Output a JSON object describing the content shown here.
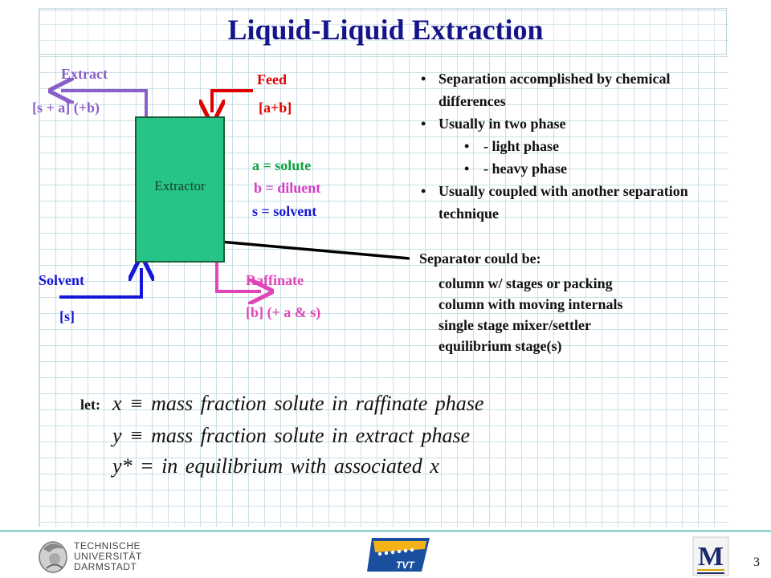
{
  "slide": {
    "title": "Liquid-Liquid Extraction",
    "page_number": "3"
  },
  "diagram": {
    "extractor_label": "Extractor",
    "extract_label": "Extract",
    "extract_composition": "[s + a] (+b)",
    "feed_label": "Feed",
    "feed_composition": "[a+b]",
    "solvent_label": "Solvent",
    "solvent_composition": "[s]",
    "raffinate_label": "Raffinate",
    "raffinate_composition": "[b] (+ a & s)",
    "legend": [
      "a = solute",
      "b = diluent",
      "s = solvent"
    ]
  },
  "bullets": [
    {
      "text": "Separation accomplished by chemical differences",
      "level": 1
    },
    {
      "text": "Usually in two phase",
      "level": 1
    },
    {
      "text": "- light phase",
      "level": 2
    },
    {
      "text": "- heavy phase",
      "level": 2
    },
    {
      "text": "Usually coupled with another separation technique",
      "level": 1
    }
  ],
  "separator": {
    "title": "Separator could be:",
    "items": [
      "column w/ stages or packing",
      "column with moving internals",
      "single stage mixer/settler",
      "equilibrium stage(s)"
    ]
  },
  "definitions": {
    "let_label": "let:",
    "lines": [
      "x ≡ mass fraction solute in raffinate phase",
      "y ≡ mass fraction solute in extract phase",
      "y* = in equilibrium with associated x"
    ]
  },
  "footer": {
    "university_lines": [
      "TECHNISCHE",
      "UNIVERSITÄT",
      "DARMSTADT"
    ],
    "tvt_text": "TVT",
    "mines_logo_letter": "M"
  },
  "colors": {
    "title": "#14148c",
    "extract": "#8a5fc7",
    "feed": "#e00000",
    "solvent": "#1616d8",
    "raffinate": "#e245b8",
    "extractor_fill": "#26c486"
  }
}
